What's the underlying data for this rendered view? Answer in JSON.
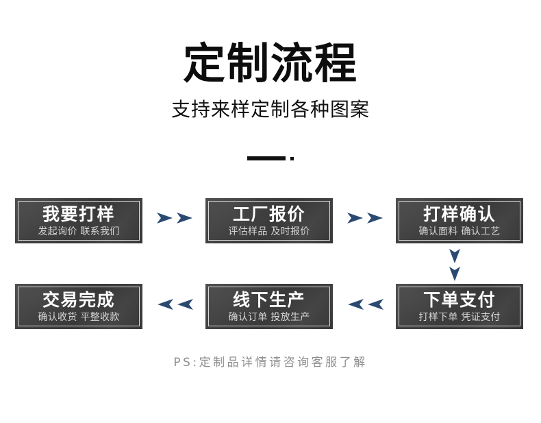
{
  "header": {
    "title": "定制流程",
    "subtitle": "支持来样定制各种图案"
  },
  "divider": {
    "bar_icon": "divider-bar",
    "dot_icon": "divider-dot"
  },
  "colors": {
    "box_background": "#3b3b3b",
    "box_border": "#d9d9d9",
    "title_text": "#0d0d0d",
    "box_title_text": "#ffffff",
    "box_sub_text": "#d5d5d5",
    "arrow": "#2b4a72",
    "footer_text": "#8e8e8e",
    "page_background": "#ffffff"
  },
  "flow": {
    "steps": [
      {
        "id": 1,
        "title": "我要打样",
        "subtitle": "发起询价 联系我们"
      },
      {
        "id": 2,
        "title": "工厂报价",
        "subtitle": "评估样品 及时报价"
      },
      {
        "id": 3,
        "title": "打样确认",
        "subtitle": "确认面料 确认工艺"
      },
      {
        "id": 4,
        "title": "下单支付",
        "subtitle": "打样下单 凭证支付"
      },
      {
        "id": 5,
        "title": "线下生产",
        "subtitle": "确认订单 投放生产"
      },
      {
        "id": 6,
        "title": "交易完成",
        "subtitle": "确认收货 平整收款"
      }
    ],
    "connectors": [
      {
        "from": 1,
        "to": 2,
        "direction": "right",
        "icon": "double-chevron-right-icon"
      },
      {
        "from": 2,
        "to": 3,
        "direction": "right",
        "icon": "double-chevron-right-icon"
      },
      {
        "from": 3,
        "to": 4,
        "direction": "down",
        "icon": "double-chevron-down-icon"
      },
      {
        "from": 4,
        "to": 5,
        "direction": "left",
        "icon": "double-chevron-left-icon"
      },
      {
        "from": 5,
        "to": 6,
        "direction": "left",
        "icon": "double-chevron-left-icon"
      }
    ]
  },
  "footer": {
    "note": "PS:定制品详情请咨询客服了解"
  }
}
